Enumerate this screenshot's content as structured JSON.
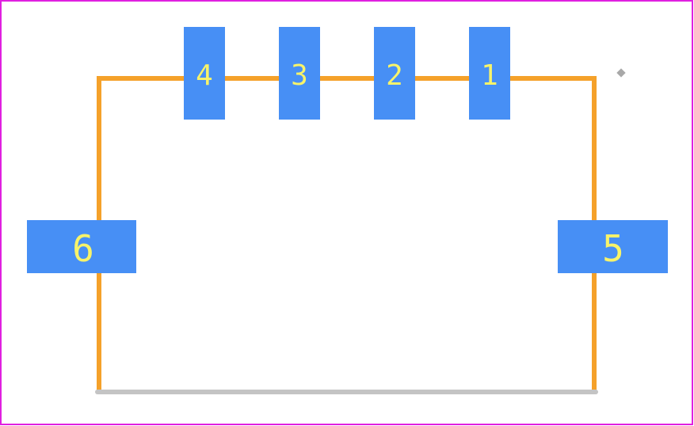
{
  "colors": {
    "border": "#e020e0",
    "outline": "#f5a12a",
    "edge": "#c4c4c4",
    "pad": "#478ff5",
    "label": "#f7f36a",
    "marker": "#a8a8a8"
  },
  "pads": [
    {
      "id": "pad-4",
      "label": "4",
      "orientation": "top"
    },
    {
      "id": "pad-3",
      "label": "3",
      "orientation": "top"
    },
    {
      "id": "pad-2",
      "label": "2",
      "orientation": "top"
    },
    {
      "id": "pad-1",
      "label": "1",
      "orientation": "top"
    },
    {
      "id": "pad-6",
      "label": "6",
      "orientation": "left"
    },
    {
      "id": "pad-5",
      "label": "5",
      "orientation": "right"
    }
  ]
}
